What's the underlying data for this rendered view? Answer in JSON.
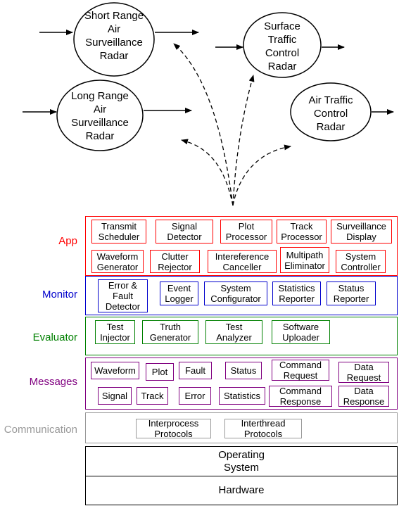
{
  "radars": {
    "short_range": "Short Range\nAir\nSurveillance\nRadar",
    "surface_traffic": "Surface\nTraffic\nControl\nRadar",
    "long_range": "Long Range\nAir\nSurveillance\nRadar",
    "air_traffic": "Air Traffic\nControl\nRadar"
  },
  "layers": {
    "app": {
      "label": "App",
      "color": "#ff0000",
      "modules": [
        "Transmit\nScheduler",
        "Signal\nDetector",
        "Plot\nProcessor",
        "Track\nProcessor",
        "Surveillance\nDisplay",
        "Waveform\nGenerator",
        "Clutter\nRejector",
        "Intereference\nCanceller",
        "Multipath\nEliminator",
        "System\nController"
      ]
    },
    "monitor": {
      "label": "Monitor",
      "color": "#0000cc",
      "modules": [
        "Error &\nFault\nDetector",
        "Event\nLogger",
        "System\nConfigurator",
        "Statistics\nReporter",
        "Status\nReporter"
      ]
    },
    "evaluator": {
      "label": "Evaluator",
      "color": "#008000",
      "modules": [
        "Test\nInjector",
        "Truth\nGenerator",
        "Test\nAnalyzer",
        "Software\nUploader"
      ]
    },
    "messages": {
      "label": "Messages",
      "color": "#800080",
      "modules": [
        "Waveform",
        "Plot",
        "Fault",
        "Status",
        "Command\nRequest",
        "Data\nRequest",
        "Signal",
        "Track",
        "Error",
        "Statistics",
        "Command\nResponse",
        "Data\nResponse"
      ]
    },
    "communication": {
      "label": "Communication",
      "color": "#999999",
      "modules": [
        "Interprocess\nProtocols",
        "Interthread\nProtocols"
      ]
    },
    "os": {
      "label": "Operating\nSystem"
    },
    "hardware": {
      "label": "Hardware"
    }
  }
}
